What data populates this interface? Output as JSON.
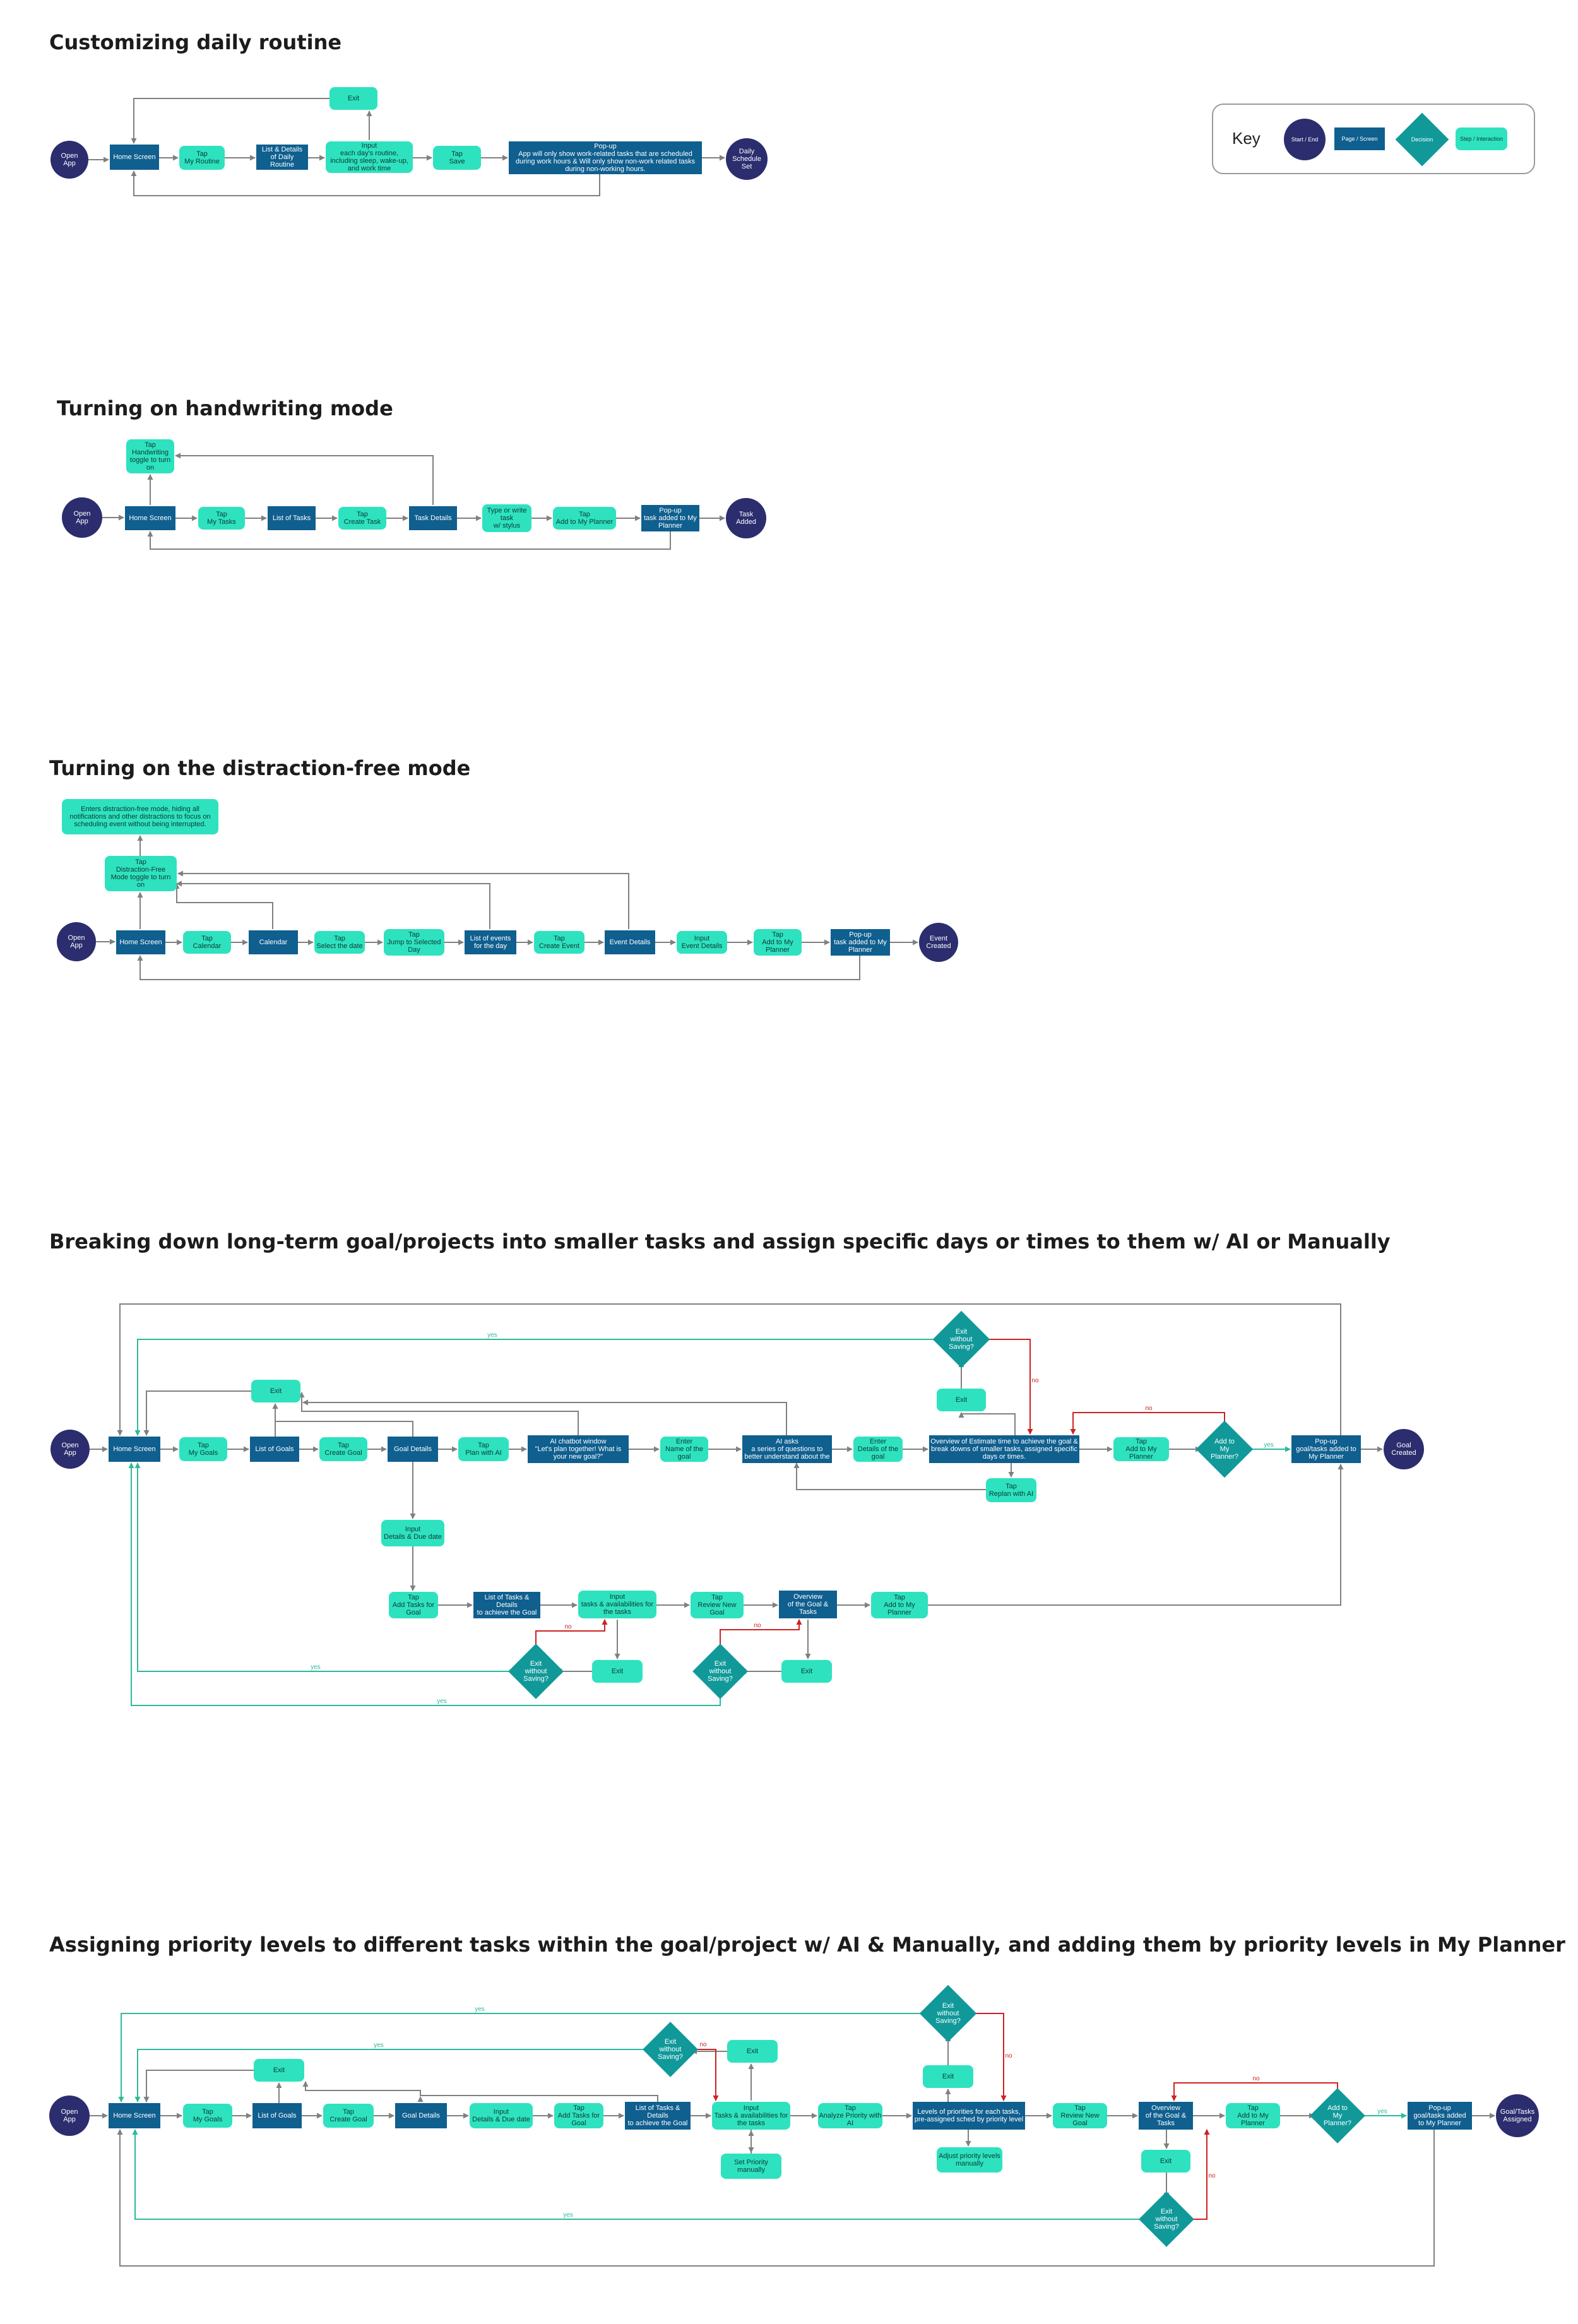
{
  "sections": [
    {
      "id": "s1",
      "title": "Customizing daily routine"
    },
    {
      "id": "s2",
      "title": "Turning on handwriting mode"
    },
    {
      "id": "s3",
      "title": "Turning on the distraction-free mode"
    },
    {
      "id": "s4",
      "title": "Breaking down long-term goal/projects into smaller tasks and assign specific days or times to them w/ AI or Manually"
    },
    {
      "id": "s5",
      "title": "Assigning priority levels to different tasks within the goal/project w/ AI & Manually, and adding them by priority levels in My Planner"
    }
  ],
  "key": {
    "title": "Key",
    "start_end": "Start / End",
    "page_screen": "Page / Screen",
    "decision": "Decision",
    "step_interaction": "Step / Interaction"
  },
  "colors": {
    "start_end": "#2b2d6e",
    "page": "#0f5f8f",
    "step": "#2ee2bf",
    "decision": "#11999a",
    "connector": "#808080",
    "connector_green": "#2fb89a",
    "connector_red": "#cc2222"
  },
  "labels": {
    "yes": "yes",
    "no": "no"
  },
  "flow1": {
    "open": "Open\nApp",
    "home": "Home Screen",
    "my_routine": "Tap\nMy Routine",
    "list_routine": "List & Details\nof Daily\nRoutine",
    "input": "Input\neach day's routine,\nincluding sleep, wake-up,\nand work time",
    "save": "Tap\nSave",
    "popup": "Pop-up\nApp will only show work-related tasks that are scheduled\nduring work hours & Will only show non-work related tasks\nduring non-working hours.",
    "exit": "Exit",
    "end": "Daily\nSchedule\nSet"
  },
  "flow2": {
    "open": "Open\nApp",
    "home": "Home Screen",
    "handwriting": "Tap\nHandwriting\ntoggle to turn\non",
    "my_tasks": "Tap\nMy Tasks",
    "list_tasks": "List of Tasks",
    "create_task": "Tap\nCreate Task",
    "task_details": "Task Details",
    "type_write": "Type or write\ntask\nw/ stylus",
    "add_planner": "Tap\nAdd to My Planner",
    "popup": "Pop-up\ntask added to My\nPlanner",
    "end": "Task\nAdded"
  },
  "flow3": {
    "open": "Open\nApp",
    "note": "Enters distraction-free mode, hiding all\nnotifications and other distractions to focus on\nscheduling event without being interrupted.",
    "toggle": "Tap\nDistraction-Free\nMode toggle to turn\non",
    "home": "Home Screen",
    "tap_calendar": "Tap\nCalendar",
    "calendar": "Calendar",
    "select_date": "Tap\nSelect the date",
    "jump_day": "Tap\nJump to Selected\nDay",
    "list_events": "List of events\nfor the day",
    "create_event": "Tap\nCreate Event",
    "event_details": "Event Details",
    "input_event": "Input\nEvent Details",
    "add_planner": "Tap\nAdd to My\nPlanner",
    "popup": "Pop-up\ntask added to My\nPlanner",
    "end": "Event\nCreated"
  },
  "flow4": {
    "open": "Open\nApp",
    "home": "Home Screen",
    "my_goals": "Tap\nMy Goals",
    "list_goals": "List of Goals",
    "create_goal": "Tap\nCreate Goal",
    "goal_details": "Goal Details",
    "plan_ai": "Tap\nPlan with AI",
    "chatbot": "AI chatbot window\n\"Let's plan together! What is\nyour new goal?\"",
    "enter_name": "Enter\nName of the\ngoal",
    "ai_asks": "AI asks\na series of questions to\nbetter understand about the",
    "enter_details": "Enter\nDetails of the\ngoal",
    "overview_est": "Overview of Estimate time to achieve the goal &\nbreak downs of smaller tasks, assigned specific\ndays or times.",
    "replan": "Tap\nReplan with AI",
    "exit_top": "Exit",
    "exit_wo_top": "Exit\nwithout\nSaving?",
    "add_planner": "Tap\nAdd to My\nPlanner",
    "add_q": "Add to\nMy\nPlanner?",
    "popup": "Pop-up\ngoal/tasks added to\nMy Planner",
    "end": "Goal\nCreated",
    "exit_left": "Exit",
    "input_details": "Input\nDetails & Due date",
    "add_tasks": "Tap\nAdd Tasks for\nGoal",
    "list_td": "List of Tasks &\nDetails\nto achieve the Goal",
    "input_tasks": "Input\ntasks & availabilities for\nthe tasks",
    "review": "Tap\nReview New\nGoal",
    "overview_goal": "Overview\nof the Goal &\nTasks",
    "add_planner2": "Tap\nAdd to My\nPlanner",
    "exit_b1": "Exit",
    "exit_wo_b1": "Exit\nwithout\nSaving?",
    "exit_b2": "Exit",
    "exit_wo_b2": "Exit\nwithout\nSaving?"
  },
  "flow5": {
    "open": "Open\nApp",
    "home": "Home Screen",
    "my_goals": "Tap\nMy Goals",
    "list_goals": "List of Goals",
    "create_goal": "Tap\nCreate Goal",
    "goal_details": "Goal Details",
    "input_details": "Input\nDetails & Due date",
    "add_tasks": "Tap\nAdd Tasks for\nGoal",
    "list_td": "List of Tasks &\nDetails\nto achieve the Goal",
    "input_tasks": "Input\nTasks & availabilities for\nthe tasks",
    "set_priority": "Set Priority\nmanually",
    "analyze": "Tap\nAnalyze Priority with\nAI",
    "levels": "Levels of priorities for each tasks,\npre-assigned sched by priority level",
    "adjust": "Adjust priority levels\nmanually",
    "review": "Tap\nReview New\nGoal",
    "overview": "Overview\nof the Goal &\nTasks",
    "add_planner": "Tap\nAdd to My\nPlanner",
    "add_q": "Add to\nMy\nPlanner?",
    "popup": "Pop-up\ngoal/tasks added\nto My Planner",
    "end": "Goal/Tasks\nAssigned",
    "exit_left": "Exit",
    "exit_wo_a": "Exit\nwithout\nSaving?",
    "exit_a": "Exit",
    "exit_wo_b": "Exit\nwithout\nSaving?",
    "exit_b": "Exit",
    "exit_c": "Exit",
    "exit_wo_c": "Exit\nwithout\nSaving?"
  }
}
